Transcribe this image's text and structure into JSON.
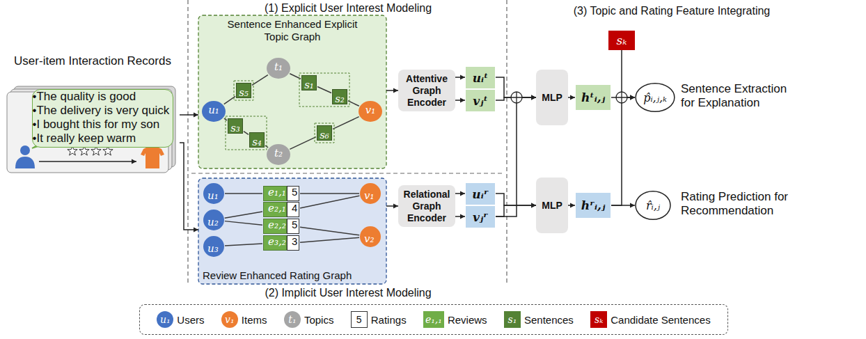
{
  "diagram": {
    "nodes": [
      {
        "text": [
          "User-item Interaction Records"
        ]
      },
      {
        "text": [
          "•The quality is good",
          "•The delivery is very quick",
          "•I bought this for my son",
          "•It really keep warm"
        ],
        "in": 0
      },
      {
        "text": [
          "Sentence Enhanced Explicit Topic Graph"
        ]
      },
      {
        "text": [
          "u₁"
        ],
        "in": 2
      },
      {
        "text": [
          "s₅"
        ],
        "in": 2
      },
      {
        "text": [
          "t₁"
        ],
        "in": 2
      },
      {
        "text": [
          "s₁"
        ],
        "in": 2
      },
      {
        "text": [
          "s₂"
        ],
        "in": 2
      },
      {
        "text": [
          "v₁"
        ],
        "in": 2
      },
      {
        "text": [
          "s₃"
        ],
        "in": 2
      },
      {
        "text": [
          "s₄"
        ],
        "in": 2
      },
      {
        "text": [
          "t₂"
        ],
        "in": 2
      },
      {
        "text": [
          "s₆"
        ],
        "in": 2
      },
      {
        "text": [
          "Attentive Graph Encoder"
        ]
      },
      {
        "text": [
          "uᵢᵗ"
        ]
      },
      {
        "text": [
          "vⱼᵗ"
        ]
      },
      {
        "text": [
          "Review Enhanced Rating Graph"
        ]
      },
      {
        "text": [
          "u₁"
        ],
        "in": 16
      },
      {
        "text": [
          "e₁,₁"
        ],
        "in": 16
      },
      {
        "text": [
          "5"
        ],
        "in": 16
      },
      {
        "text": [
          "v₁"
        ],
        "in": 16
      },
      {
        "text": [
          "u₂"
        ],
        "in": 16
      },
      {
        "text": [
          "e₂,₁"
        ],
        "in": 16
      },
      {
        "text": [
          "4"
        ],
        "in": 16
      },
      {
        "text": [
          "e₂,₂"
        ],
        "in": 16
      },
      {
        "text": [
          "5"
        ],
        "in": 16
      },
      {
        "text": [
          "v₂"
        ],
        "in": 16
      },
      {
        "text": [
          "u₃"
        ],
        "in": 16
      },
      {
        "text": [
          "e₃,₂"
        ],
        "in": 16
      },
      {
        "text": [
          "3"
        ],
        "in": 16
      },
      {
        "text": [
          "Relational Graph Encoder"
        ]
      },
      {
        "text": [
          "uᵢʳ"
        ]
      },
      {
        "text": [
          "vⱼʳ"
        ]
      },
      {
        "text": [
          "MLP"
        ]
      },
      {
        "text": [
          "hᵗᵢ,ⱼ"
        ]
      },
      {
        "text": [
          "sₖ"
        ]
      },
      {
        "text": [
          "p̂ᵢ,ⱼ,ₖ"
        ]
      },
      {
        "text": [
          "MLP"
        ]
      },
      {
        "text": [
          "hʳᵢ,ⱼ"
        ]
      },
      {
        "text": [
          "r̂ᵢ,ⱼ"
        ]
      }
    ],
    "edges": [
      {
        "from": 0,
        "to": 2,
        "arrow": "to"
      },
      {
        "from": 0,
        "to": 16,
        "arrow": "to"
      },
      {
        "from": 3,
        "to": 4,
        "arrow": "none"
      },
      {
        "from": 4,
        "to": 5,
        "arrow": "none"
      },
      {
        "from": 5,
        "to": 6,
        "arrow": "none"
      },
      {
        "from": 6,
        "to": 7,
        "arrow": "none"
      },
      {
        "from": 7,
        "to": 8,
        "arrow": "none"
      },
      {
        "from": 3,
        "to": 9,
        "arrow": "none"
      },
      {
        "from": 9,
        "to": 10,
        "arrow": "none"
      },
      {
        "from": 10,
        "to": 11,
        "arrow": "none"
      },
      {
        "from": 11,
        "to": 12,
        "arrow": "none"
      },
      {
        "from": 12,
        "to": 8,
        "arrow": "none"
      },
      {
        "from": 2,
        "to": 13,
        "arrow": "to"
      },
      {
        "from": 13,
        "to": 14,
        "arrow": "to"
      },
      {
        "from": 13,
        "to": 15,
        "arrow": "to"
      },
      {
        "from": 17,
        "to": 18,
        "arrow": "none"
      },
      {
        "from": 19,
        "to": 20,
        "arrow": "none"
      },
      {
        "from": 21,
        "to": 22,
        "arrow": "none"
      },
      {
        "from": 23,
        "to": 20,
        "arrow": "none"
      },
      {
        "from": 21,
        "to": 24,
        "arrow": "none"
      },
      {
        "from": 25,
        "to": 26,
        "arrow": "none"
      },
      {
        "from": 27,
        "to": 28,
        "arrow": "none"
      },
      {
        "from": 29,
        "to": 26,
        "arrow": "none"
      },
      {
        "from": 16,
        "to": 30,
        "arrow": "to"
      },
      {
        "from": 30,
        "to": 31,
        "arrow": "to"
      },
      {
        "from": 30,
        "to": 32,
        "arrow": "to"
      },
      {
        "from": 14,
        "to": 33,
        "arrow": "to"
      },
      {
        "from": 15,
        "to": 33,
        "arrow": "to"
      },
      {
        "from": 32,
        "to": 33,
        "arrow": "to"
      },
      {
        "from": 31,
        "to": 37,
        "arrow": "to"
      },
      {
        "from": 32,
        "to": 37,
        "arrow": "to"
      },
      {
        "from": 33,
        "to": 34,
        "arrow": "to"
      },
      {
        "from": 34,
        "to": 36,
        "arrow": "to"
      },
      {
        "from": 35,
        "to": 36,
        "arrow": "to"
      },
      {
        "from": 38,
        "to": 36,
        "arrow": "to"
      },
      {
        "from": 37,
        "to": 38,
        "arrow": "to"
      },
      {
        "from": 38,
        "to": 39,
        "arrow": "to"
      }
    ],
    "labels": [
      "(1) Explicit User Interest Modeling",
      "(2) Implicit User Interest Modeling",
      "(3) Topic and Rating Feature Integrating",
      "Sentence Extraction for Explanation",
      "Rating Prediction for Recommendation",
      "u₁",
      "v₁",
      "t₁",
      "5",
      "e₁,₁",
      "s₁",
      "sₖ"
    ],
    "legend": [
      {
        "text": "Users"
      },
      {
        "text": "Items"
      },
      {
        "text": "Topics"
      },
      {
        "text": "Ratings"
      },
      {
        "text": "Reviews"
      },
      {
        "text": "Sentences"
      },
      {
        "text": "Candidate Sentences"
      }
    ]
  }
}
